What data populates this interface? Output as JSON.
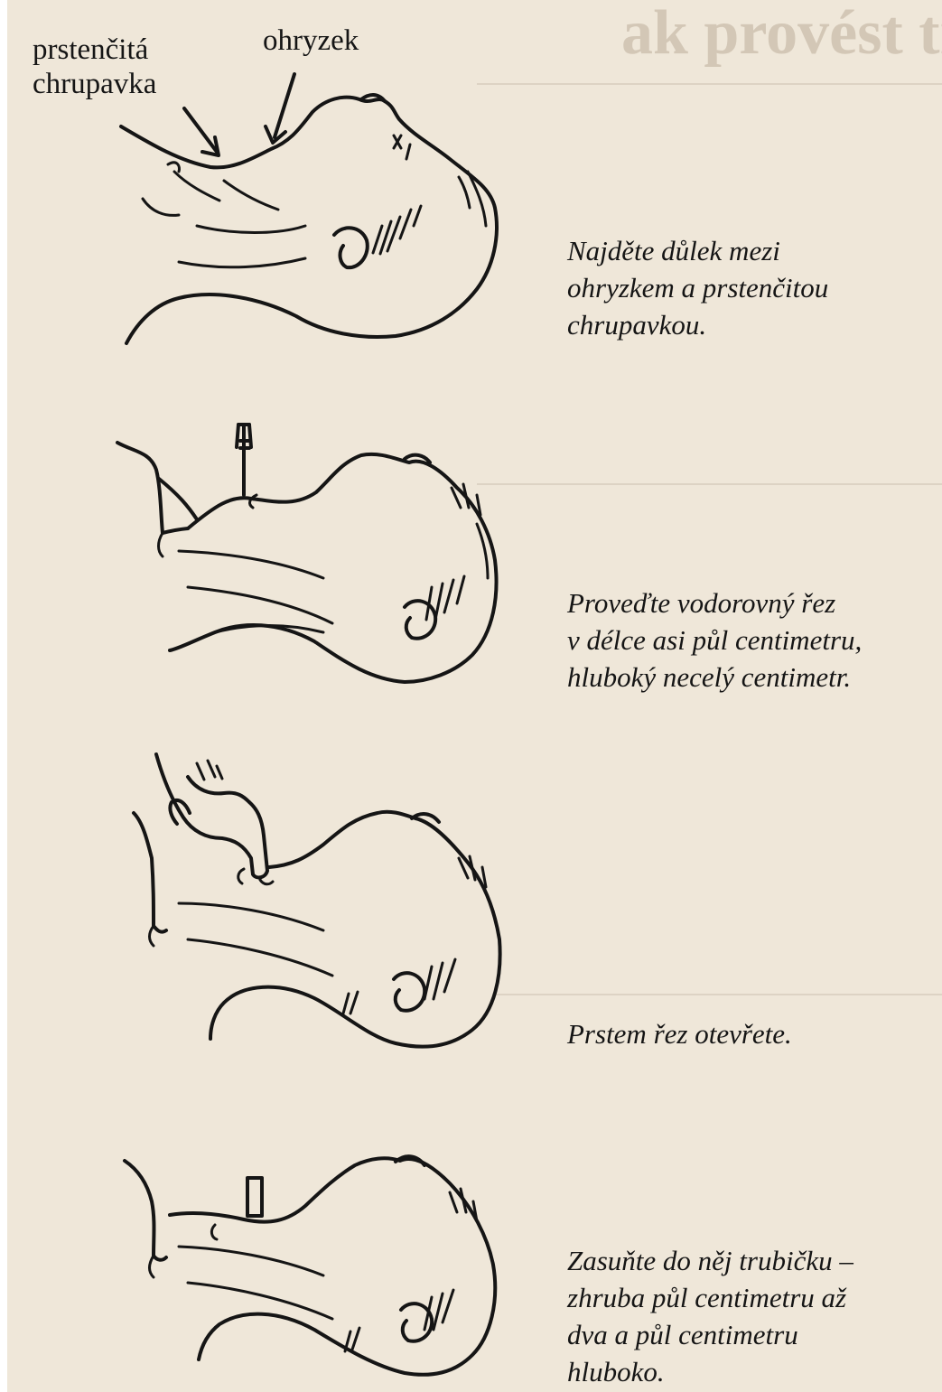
{
  "labels": {
    "cricoid": [
      "prstenčitá",
      "chrupavka"
    ],
    "adams_apple": "ohryzek"
  },
  "steps": [
    {
      "caption_lines": [
        "Najděte důlek mezi",
        "ohryzkem a prstenčitou",
        "chrupavkou."
      ]
    },
    {
      "caption_lines": [
        "Proveďte vodorovný řez",
        "v délce asi půl centimetru,",
        "hluboký necelý centimetr."
      ]
    },
    {
      "caption_lines": [
        "Prstem řez otevřete."
      ]
    },
    {
      "caption_lines": [
        "Zasuňte do něj trubičku –",
        "zhruba půl centimetru až",
        "dva a půl centimetru",
        "hluboko."
      ]
    }
  ]
}
